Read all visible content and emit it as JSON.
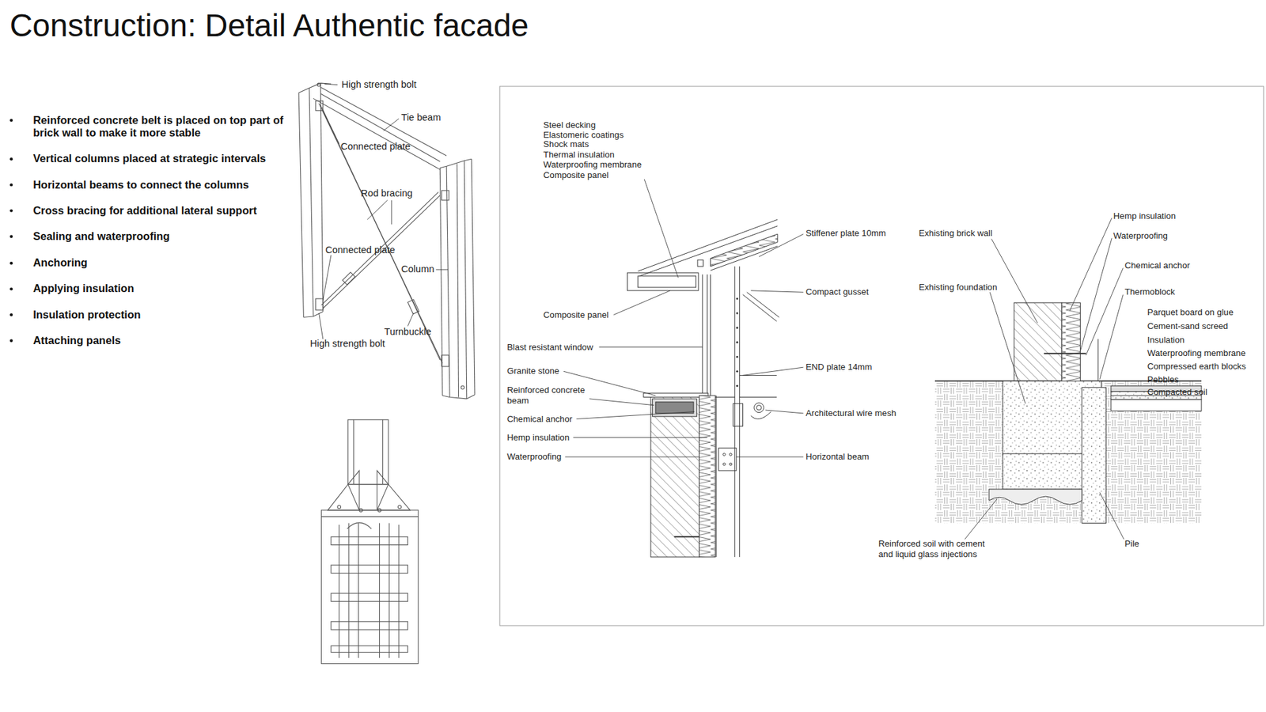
{
  "diagram": {
    "title": "Construction: Detail Authentic facade",
    "labels": [
      "Reinforced concrete belt is placed on top part of brick wall to make it more stable",
      "Vertical columns placed at strategic intervals",
      "Horizontal beams to connect the columns",
      "Cross bracing for additional lateral support",
      "Sealing and waterproofing",
      "Anchoring",
      "Applying insulation",
      "Insulation protection",
      "Attaching panels",
      "High strength bolt",
      "Tie beam",
      "Connected plate",
      "Rod bracing",
      "Connected plate",
      "Column",
      "Turnbuckle",
      "High strength bolt",
      "Steel decking",
      "Elastomeric coatings",
      "Shock mats",
      "Thermal insulation",
      "Waterproofing membrane",
      "Composite panel",
      "Stiffener plate 10mm",
      "Compact gusset",
      "Composite panel",
      "Blast resistant window",
      "Granite stone",
      "Reinforced concrete beam",
      "Chemical anchor",
      "Hemp insulation",
      "Waterproofing",
      "END plate 14mm",
      "Architectural wire mesh",
      "Horizontal beam",
      "Exhisting brick wall",
      "Exhisting foundation",
      "Hemp insulation",
      "Waterproofing",
      "Chemical anchor",
      "Thermoblock",
      "Parquet board on glue",
      "Cement-sand screed",
      "Insulation",
      "Waterproofing membrane",
      "Compressed earth blocks",
      "Pebbles",
      "Compacted soil",
      "Reinforced soil with cement and liquid glass injections",
      "Pile"
    ]
  }
}
